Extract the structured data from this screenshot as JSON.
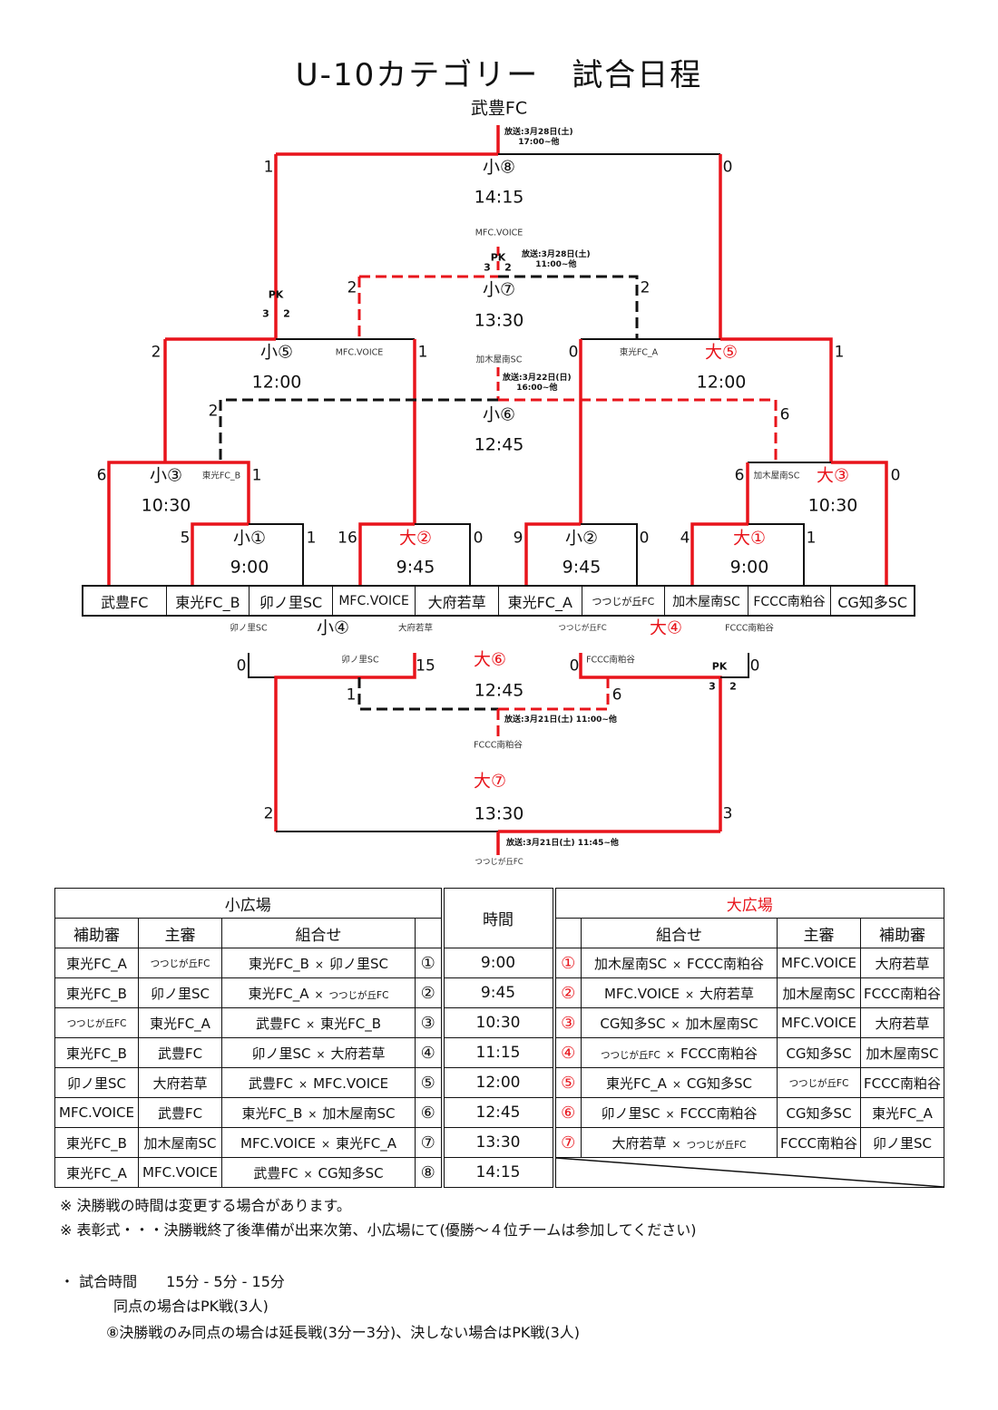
{
  "title": "U-10カテゴリー　試合日程",
  "accent_color": "#e8141b",
  "bracket": {
    "champion_slot": "武豊FC",
    "broadcast_final": [
      "放送:3月28日(土)",
      "17:00~他"
    ],
    "broadcast_s7": [
      "放送:3月28日(土)",
      "11:00~他"
    ],
    "broadcast_s6": [
      "放送:3月22日(日)",
      "16:00~他"
    ],
    "broadcast_l6": "放送:3月21日(土)  11:00~他",
    "broadcast_l7": "放送:3月21日(土)  11:45~他",
    "s8": {
      "label": "小⑧",
      "time": "14:15",
      "score_left": "1",
      "score_right": "0"
    },
    "s7": {
      "label": "小⑦",
      "time": "13:30",
      "score_left": "2",
      "score_right": "2",
      "winner": "MFC.VOICE",
      "pk": "PK",
      "pk_left": "3",
      "pk_right": "2"
    },
    "s5": {
      "label": "小⑤",
      "time": "12:00",
      "score_left": "2",
      "score_right": "1",
      "loser": "MFC.VOICE",
      "pk": "PK",
      "pk_left": "3",
      "pk_right": "2"
    },
    "l5": {
      "label": "大⑤",
      "time": "12:00",
      "score_left": "0",
      "score_right": "1",
      "loser": "東光FC_A"
    },
    "s6": {
      "label": "小⑥",
      "time": "12:45",
      "score_left": "2",
      "score_right": "6",
      "winner": "加木屋南SC"
    },
    "s3": {
      "label": "小③",
      "time": "10:30",
      "score_left": "6",
      "score_right": "1",
      "loser": "東光FC_B"
    },
    "l3": {
      "label": "大③",
      "time": "10:30",
      "score_left": "6",
      "score_right": "0",
      "loser": "加木屋南SC"
    },
    "s1": {
      "label": "小①",
      "time": "9:00",
      "score_left": "5",
      "score_right": "1"
    },
    "l2": {
      "label": "大②",
      "time": "9:45",
      "score_left": "16",
      "score_right": "0"
    },
    "s2": {
      "label": "小②",
      "time": "9:45",
      "score_left": "9",
      "score_right": "0"
    },
    "l1": {
      "label": "大①",
      "time": "9:00",
      "score_left": "4",
      "score_right": "1"
    },
    "s4": {
      "label": "小④",
      "team_left": "卯ノ里SC",
      "team_right": "大府若草",
      "score_left": "0",
      "score_right": "15",
      "winner": "卯ノ里SC"
    },
    "l4": {
      "label": "大④",
      "team_left": "つつじが丘FC",
      "team_right": "FCCC南粕谷",
      "score_left": "0",
      "score_right": "0",
      "winner": "FCCC南粕谷",
      "pk": "PK",
      "pk_left": "3",
      "pk_right": "2"
    },
    "l6": {
      "label": "大⑥",
      "time": "12:45",
      "score_left": "1",
      "score_right": "6",
      "winner": "FCCC南粕谷"
    },
    "l7": {
      "label": "大⑦",
      "time": "13:30",
      "score_left": "2",
      "score_right": "3",
      "winner": "つつじが丘FC"
    },
    "teams": [
      "武豊FC",
      "東光FC_B",
      "卯ノ里SC",
      "MFC.VOICE",
      "大府若草",
      "東光FC_A",
      "つつじが丘FC",
      "加木屋南SC",
      "FCCC南粕谷",
      "CG知多SC"
    ]
  },
  "schedule": {
    "small_field": "小広場",
    "large_field": "大広場",
    "time_header": "時間",
    "assist_header": "補助審",
    "referee_header": "主審",
    "match_header": "組合せ",
    "vs": "×",
    "small_rows": [
      {
        "assist": "東光FC_A",
        "referee": "つつじが丘FC",
        "a": "東光FC_B",
        "b": "卯ノ里SC",
        "no": "①",
        "time": "9:00"
      },
      {
        "assist": "東光FC_B",
        "referee": "卯ノ里SC",
        "a": "東光FC_A",
        "b": "つつじが丘FC",
        "no": "②",
        "time": "9:45"
      },
      {
        "assist": "つつじが丘FC",
        "referee": "東光FC_A",
        "a": "武豊FC",
        "b": "東光FC_B",
        "no": "③",
        "time": "10:30"
      },
      {
        "assist": "東光FC_B",
        "referee": "武豊FC",
        "a": "卯ノ里SC",
        "b": "大府若草",
        "no": "④",
        "time": "11:15"
      },
      {
        "assist": "卯ノ里SC",
        "referee": "大府若草",
        "a": "武豊FC",
        "b": "MFC.VOICE",
        "no": "⑤",
        "time": "12:00"
      },
      {
        "assist": "MFC.VOICE",
        "referee": "武豊FC",
        "a": "東光FC_B",
        "b": "加木屋南SC",
        "no": "⑥",
        "time": "12:45"
      },
      {
        "assist": "東光FC_B",
        "referee": "加木屋南SC",
        "a": "MFC.VOICE",
        "b": "東光FC_A",
        "no": "⑦",
        "time": "13:30"
      },
      {
        "assist": "東光FC_A",
        "referee": "MFC.VOICE",
        "a": "武豊FC",
        "b": "CG知多SC",
        "no": "⑧",
        "time": "14:15"
      }
    ],
    "large_rows": [
      {
        "no": "①",
        "a": "加木屋南SC",
        "b": "FCCC南粕谷",
        "referee": "MFC.VOICE",
        "assist": "大府若草"
      },
      {
        "no": "②",
        "a": "MFC.VOICE",
        "b": "大府若草",
        "referee": "加木屋南SC",
        "assist": "FCCC南粕谷"
      },
      {
        "no": "③",
        "a": "CG知多SC",
        "b": "加木屋南SC",
        "referee": "MFC.VOICE",
        "assist": "大府若草"
      },
      {
        "no": "④",
        "a": "つつじが丘FC",
        "b": "FCCC南粕谷",
        "referee": "CG知多SC",
        "assist": "加木屋南SC"
      },
      {
        "no": "⑤",
        "a": "東光FC_A",
        "b": "CG知多SC",
        "referee": "つつじが丘FC",
        "assist": "FCCC南粕谷"
      },
      {
        "no": "⑥",
        "a": "卯ノ里SC",
        "b": "FCCC南粕谷",
        "referee": "CG知多SC",
        "assist": "東光FC_A"
      },
      {
        "no": "⑦",
        "a": "大府若草",
        "b": "つつじが丘FC",
        "referee": "FCCC南粕谷",
        "assist": "卯ノ里SC"
      }
    ]
  },
  "notes": [
    "※ 決勝戦の時間は変更する場合があります。",
    "※ 表彰式・・・決勝戦終了後準備が出来次第、小広場にて(優勝～４位チームは参加してください)",
    "・ 試合時間　　15分 - 5分 - 15分",
    "同点の場合はPK戦(3人)",
    "⑧決勝戦のみ同点の場合は延長戦(3分ー3分)、決しない場合はPK戦(3人)"
  ]
}
